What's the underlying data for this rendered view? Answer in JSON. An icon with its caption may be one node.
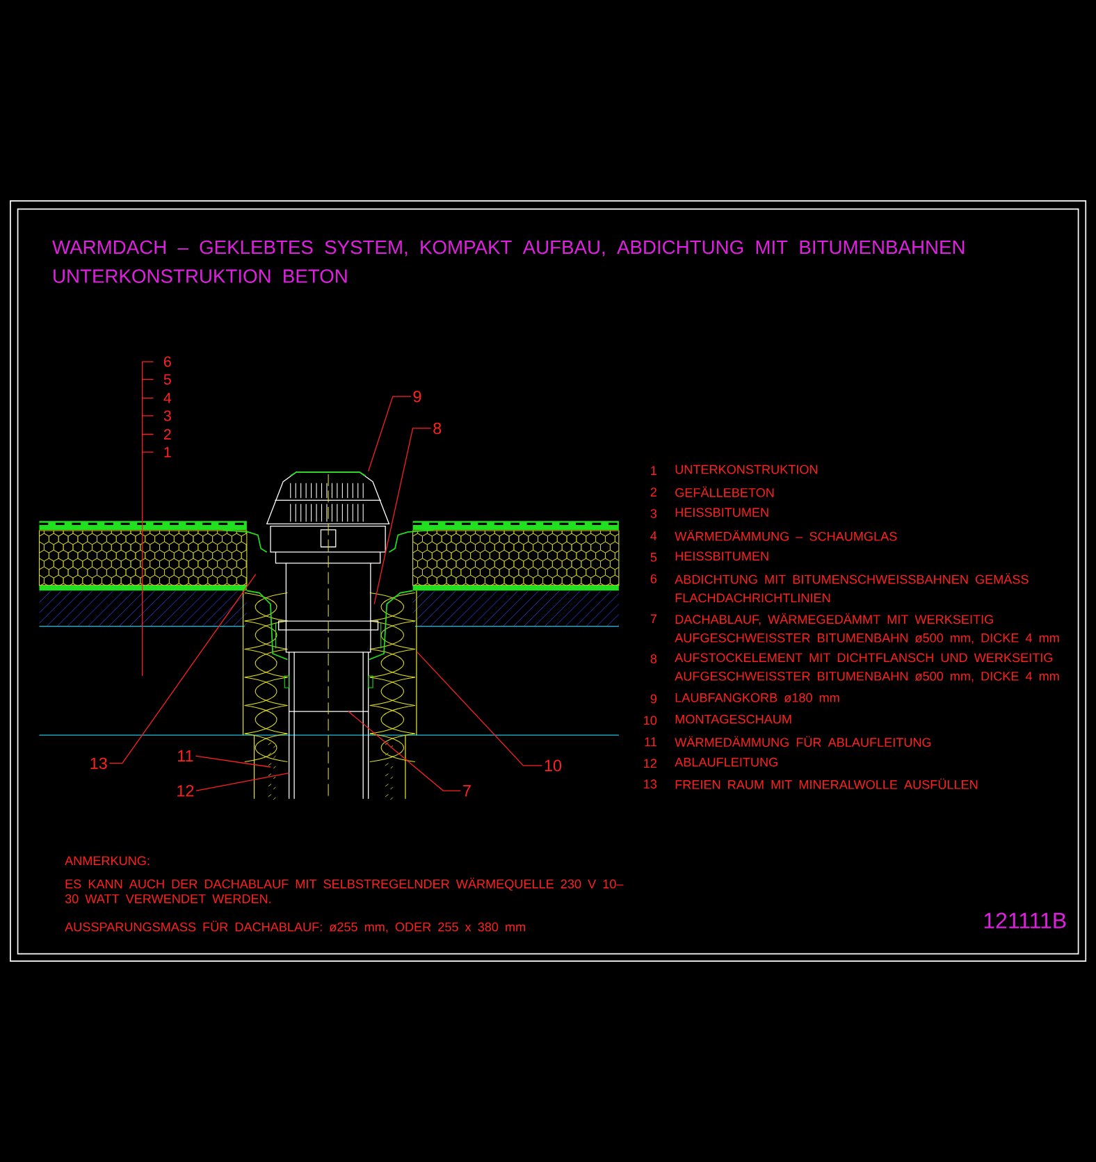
{
  "diagram": {
    "title": "WARMDACH – GEKLEBTES SYSTEM, KOMPAKT AUFBAU, ABDICHTUNG MIT BITUMENBAHNEN UNTERKONSTRUKTION BETON",
    "nodes": [
      {
        "text": [
          "9"
        ]
      },
      {
        "text": [
          "8"
        ]
      },
      {
        "text": [
          "13"
        ]
      },
      {
        "text": [
          "11"
        ]
      },
      {
        "text": [
          "12"
        ]
      },
      {
        "text": [
          "7"
        ]
      },
      {
        "text": [
          "10"
        ]
      }
    ],
    "edges": [
      {
        "from": 0,
        "to": null,
        "arrow": "none"
      },
      {
        "from": 1,
        "to": null,
        "arrow": "none"
      },
      {
        "from": 2,
        "to": null,
        "arrow": "none"
      },
      {
        "from": 3,
        "to": null,
        "arrow": "none"
      },
      {
        "from": 4,
        "to": null,
        "arrow": "none"
      },
      {
        "from": 5,
        "to": null,
        "arrow": "none"
      },
      {
        "from": 6,
        "to": null,
        "arrow": "none"
      }
    ],
    "labels": [
      "6",
      "5",
      "4",
      "3",
      "2",
      "1",
      "1",
      "UNTERKONSTRUKTION",
      "2",
      "GEFÄLLEBETON",
      "3",
      "HEISSBITUMEN",
      "4",
      "WÄRMEDÄMMUNG – SCHAUMGLAS",
      "5",
      "HEISSBITUMEN",
      "6",
      "ABDICHTUNG MIT BITUMENSCHWEISSBAHNEN GEMÄSS FLACHDACHRICHTLINIEN",
      "7",
      "DACHABLAUF, WÄRMEGEDÄMMT MIT WERKSEITIG AUFGESCHWEISSTER BITUMENBAHN ø500 mm, DICKE 4 mm",
      "8",
      "AUFSTOCKELEMENT MIT DICHTFLANSCH UND WERKSEITIG AUFGESCHWEISSTER BITUMENBAHN ø500 mm, DICKE 4 mm",
      "9",
      "LAUBFANGKORB ø180 mm",
      "10",
      "MONTAGESCHAUM",
      "11",
      "WÄRMEDÄMMUNG FÜR ABLAUFLEITUNG",
      "12",
      "ABLAUFLEITUNG",
      "13",
      "FREIEN RAUM MIT MINERALWOLLE AUSFÜLLEN",
      "ANMERKUNG:",
      "ES KANN AUCH DER DACHABLAUF MIT SELBSTREGELNDER WÄRMEQUELLE 230 V 10–30 WATT VERWENDET WERDEN.",
      "AUSSPARUNGSMASS FÜR DACHABLAUF: ø255 mm, ODER 255 x 380 mm",
      "121111B"
    ]
  }
}
